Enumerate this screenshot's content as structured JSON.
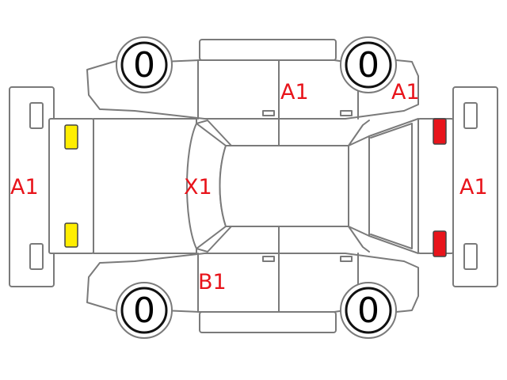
{
  "colors": {
    "outline": "#7a7a7a",
    "mark": "#e8141b",
    "front_lamp": "#ffee00",
    "rear_lamp": "#e8141b"
  },
  "tires": {
    "front_left": "0",
    "rear_left": "0",
    "front_right": "0",
    "rear_right": "0"
  },
  "marks": {
    "front_bumper": "A1",
    "rear_bumper": "A1",
    "rear_door_left": "A1",
    "rear_fender_left": "A1",
    "roof": "X1",
    "front_door_right": "B1"
  }
}
